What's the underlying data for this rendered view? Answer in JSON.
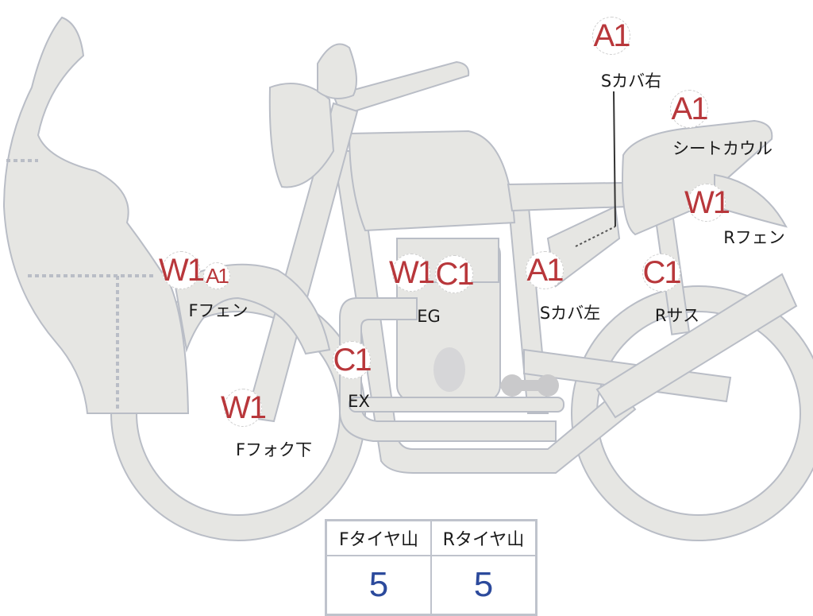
{
  "markers": [
    {
      "code": "A1",
      "label": "Sカバ右"
    },
    {
      "code": "A1",
      "label": "シートカウル"
    },
    {
      "code": "W1",
      "label": "Rフェン"
    },
    {
      "code": "W1"
    },
    {
      "code": "A1",
      "label": "Fフェン"
    },
    {
      "code": "W1"
    },
    {
      "code": "C1",
      "label": "EG"
    },
    {
      "code": "A1",
      "label": "Sカバ左"
    },
    {
      "code": "C1",
      "label": "Rサス"
    },
    {
      "code": "C1",
      "label": "EX"
    },
    {
      "code": "W1",
      "label": "Fフォク下"
    }
  ],
  "tire_table": {
    "headers": [
      "Fタイヤ山",
      "Rタイヤ山"
    ],
    "values": [
      "5",
      "5"
    ]
  },
  "colors": {
    "damage_code": "#b8373b",
    "tire_value": "#2c4a9c",
    "part_fill": "#e6e6e3",
    "part_stroke": "#b9bdc6"
  }
}
